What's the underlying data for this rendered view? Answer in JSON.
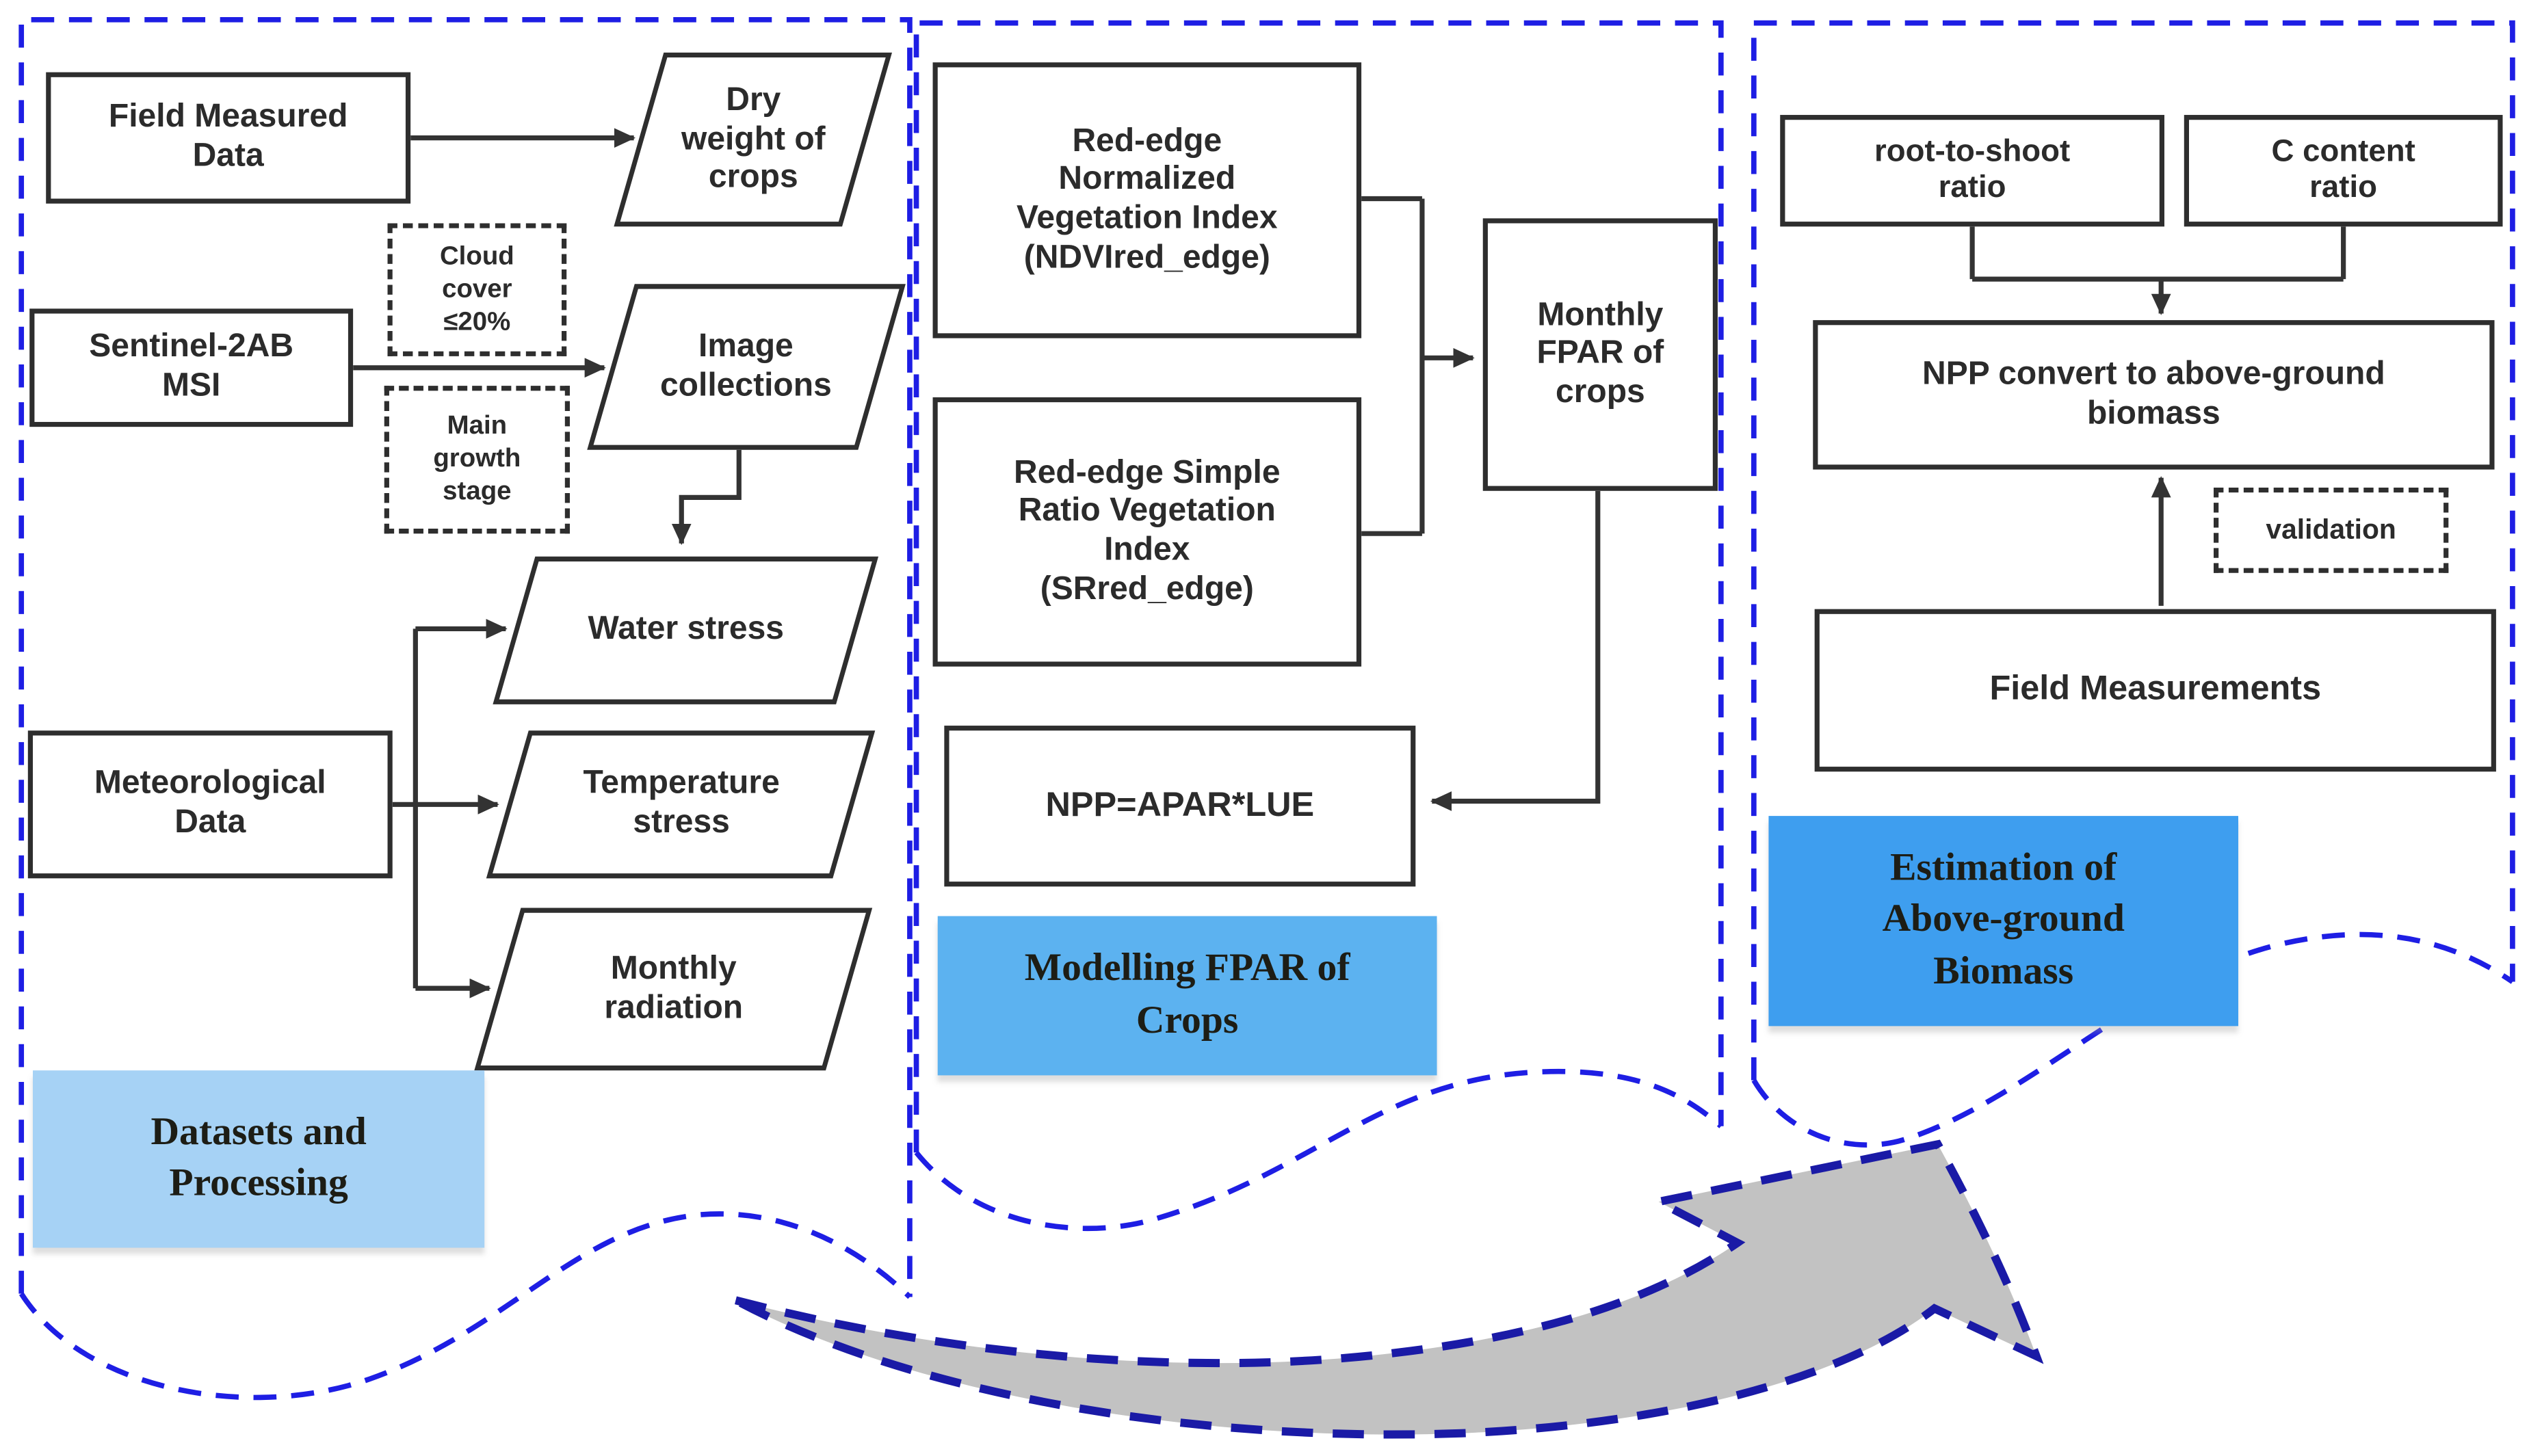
{
  "figure": {
    "type": "flowchart",
    "title": "Crop above-ground biomass estimation workflow",
    "colors": {
      "panel_border_blue": "#1E1EE4",
      "node_border": "#2e2e2e",
      "label_light_blue": "#A6D2F5",
      "label_medium_blue": "#5CB2F0",
      "label_bright_blue": "#3E9EEF",
      "big_arrow_fill": "#C2C2C2",
      "big_arrow_border": "#1A1AA6",
      "connector_black": "#333333"
    }
  },
  "panels": {
    "datasets": {
      "label": "Datasets and\nProcessing",
      "nodes": {
        "field_measured": "Field Measured\nData",
        "dry_weight": "Dry\nweight of\ncrops",
        "sentinel": "Sentinel-2AB\nMSI",
        "cloud_cover": "Cloud\ncover\n≤20%",
        "main_growth": "Main\ngrowth\nstage",
        "image_collections": "Image\ncollections",
        "water_stress": "Water stress",
        "temperature_stress": "Temperature\nstress",
        "monthly_radiation": "Monthly\nradiation",
        "meteorological": "Meteorological\nData"
      }
    },
    "modelling": {
      "label": "Modelling FPAR of\nCrops",
      "nodes": {
        "ndvi": "Red-edge\nNormalized\nVegetation Index\n(NDVIred_edge)",
        "sr": "Red-edge Simple\nRatio Vegetation\nIndex\n(SRred_edge)",
        "monthly_fpar": "Monthly\nFPAR of\ncrops",
        "npp": "NPP=APAR*LUE"
      }
    },
    "estimation": {
      "label": "Estimation of\nAbove-ground\nBiomass",
      "nodes": {
        "root_ratio": "root-to-shoot\nratio",
        "c_ratio": "C content\nratio",
        "npp_convert": "NPP convert to above-ground\nbiomass",
        "validation": "validation",
        "field_measurements": "Field Measurements"
      }
    }
  }
}
